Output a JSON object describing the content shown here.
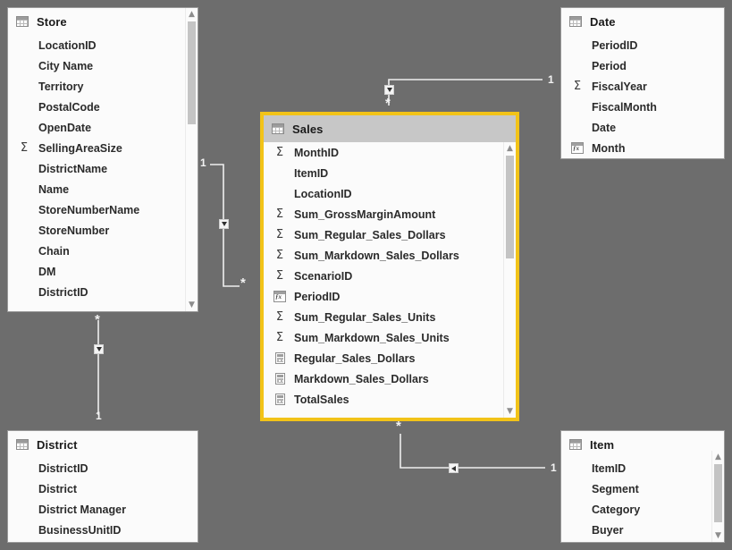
{
  "canvas": {
    "background": "#6d6d6d",
    "line_color": "#efefef",
    "selected_border_color": "#f2c318"
  },
  "tables": [
    {
      "id": "store",
      "name": "Store",
      "selected": false,
      "scrollbar": true,
      "fields": [
        {
          "label": "LocationID",
          "icon": "none"
        },
        {
          "label": "City Name",
          "icon": "none"
        },
        {
          "label": "Territory",
          "icon": "none"
        },
        {
          "label": "PostalCode",
          "icon": "none"
        },
        {
          "label": "OpenDate",
          "icon": "none"
        },
        {
          "label": "SellingAreaSize",
          "icon": "sigma"
        },
        {
          "label": "DistrictName",
          "icon": "none"
        },
        {
          "label": "Name",
          "icon": "none"
        },
        {
          "label": "StoreNumberName",
          "icon": "none"
        },
        {
          "label": "StoreNumber",
          "icon": "none"
        },
        {
          "label": "Chain",
          "icon": "none"
        },
        {
          "label": "DM",
          "icon": "none"
        },
        {
          "label": "DistrictID",
          "icon": "none"
        }
      ]
    },
    {
      "id": "date",
      "name": "Date",
      "selected": false,
      "scrollbar": false,
      "fields": [
        {
          "label": "PeriodID",
          "icon": "none"
        },
        {
          "label": "Period",
          "icon": "none"
        },
        {
          "label": "FiscalYear",
          "icon": "sigma"
        },
        {
          "label": "FiscalMonth",
          "icon": "none"
        },
        {
          "label": "Date",
          "icon": "none"
        },
        {
          "label": "Month",
          "icon": "calc"
        }
      ]
    },
    {
      "id": "sales",
      "name": "Sales",
      "selected": true,
      "scrollbar": true,
      "fields": [
        {
          "label": "MonthID",
          "icon": "sigma"
        },
        {
          "label": "ItemID",
          "icon": "none"
        },
        {
          "label": "LocationID",
          "icon": "none"
        },
        {
          "label": "Sum_GrossMarginAmount",
          "icon": "sigma"
        },
        {
          "label": "Sum_Regular_Sales_Dollars",
          "icon": "sigma"
        },
        {
          "label": "Sum_Markdown_Sales_Dollars",
          "icon": "sigma"
        },
        {
          "label": "ScenarioID",
          "icon": "sigma"
        },
        {
          "label": "PeriodID",
          "icon": "calc"
        },
        {
          "label": "Sum_Regular_Sales_Units",
          "icon": "sigma"
        },
        {
          "label": "Sum_Markdown_Sales_Units",
          "icon": "sigma"
        },
        {
          "label": "Regular_Sales_Dollars",
          "icon": "measure"
        },
        {
          "label": "Markdown_Sales_Dollars",
          "icon": "measure"
        },
        {
          "label": "TotalSales",
          "icon": "measure"
        }
      ]
    },
    {
      "id": "district",
      "name": "District",
      "selected": false,
      "scrollbar": false,
      "fields": [
        {
          "label": "DistrictID",
          "icon": "none"
        },
        {
          "label": "District",
          "icon": "none"
        },
        {
          "label": "District Manager",
          "icon": "none"
        },
        {
          "label": "BusinessUnitID",
          "icon": "none"
        }
      ]
    },
    {
      "id": "item",
      "name": "Item",
      "selected": false,
      "scrollbar": true,
      "fields": [
        {
          "label": "ItemID",
          "icon": "none"
        },
        {
          "label": "Segment",
          "icon": "none"
        },
        {
          "label": "Category",
          "icon": "none"
        },
        {
          "label": "Buyer",
          "icon": "none"
        }
      ]
    }
  ],
  "relationships": [
    {
      "id": "sales-date",
      "from_table": "Sales",
      "to_table": "Date",
      "from_cardinality": "*",
      "to_cardinality": "1",
      "cross_filter_direction": "single"
    },
    {
      "id": "store-sales",
      "from_table": "Store",
      "to_table": "Sales",
      "from_cardinality": "1",
      "to_cardinality": "*",
      "cross_filter_direction": "single"
    },
    {
      "id": "district-store",
      "from_table": "Store",
      "to_table": "District",
      "from_cardinality": "*",
      "to_cardinality": "1",
      "cross_filter_direction": "single"
    },
    {
      "id": "sales-item",
      "from_table": "Sales",
      "to_table": "Item",
      "from_cardinality": "*",
      "to_cardinality": "1",
      "cross_filter_direction": "single"
    }
  ],
  "markers": {
    "one": "1",
    "many": "*"
  }
}
